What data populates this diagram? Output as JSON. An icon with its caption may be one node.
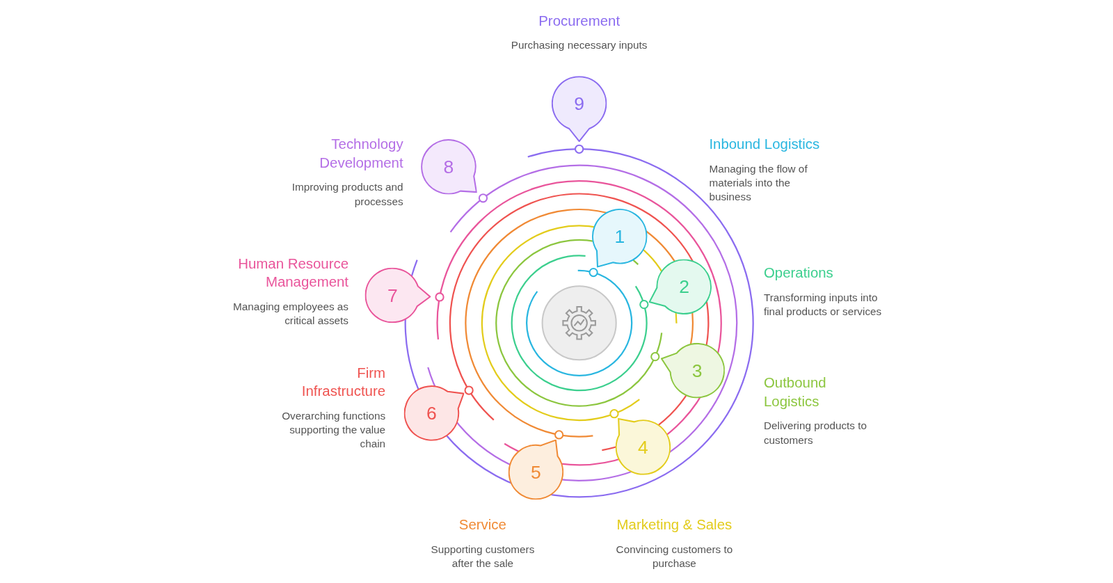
{
  "diagram": {
    "nodes": [
      {
        "text": [
          "1"
        ],
        "beside": [
          "Inbound Logistics",
          "Managing the flow of materials into the business"
        ]
      },
      {
        "text": [
          "2"
        ],
        "beside": [
          "Operations",
          "Transforming inputs into final products or services"
        ]
      },
      {
        "text": [
          "3"
        ],
        "beside": [
          "Outbound Logistics",
          "Delivering products to customers"
        ]
      },
      {
        "text": [
          "4"
        ],
        "beside": [
          "Marketing & Sales",
          "Convincing customers to purchase"
        ]
      },
      {
        "text": [
          "5"
        ],
        "beside": [
          "Service",
          "Supporting customers after the sale"
        ]
      },
      {
        "text": [
          "6"
        ],
        "beside": [
          "Firm Infrastructure",
          "Overarching functions supporting the value chain"
        ]
      },
      {
        "text": [
          "7"
        ],
        "beside": [
          "Human Resource Management",
          "Managing employees as critical assets"
        ]
      },
      {
        "text": [
          "8"
        ],
        "beside": [
          "Technology Development",
          "Improving products and processes"
        ]
      },
      {
        "text": [
          "9"
        ],
        "beside": [
          "Procurement",
          "Purchasing necessary inputs"
        ]
      }
    ]
  }
}
